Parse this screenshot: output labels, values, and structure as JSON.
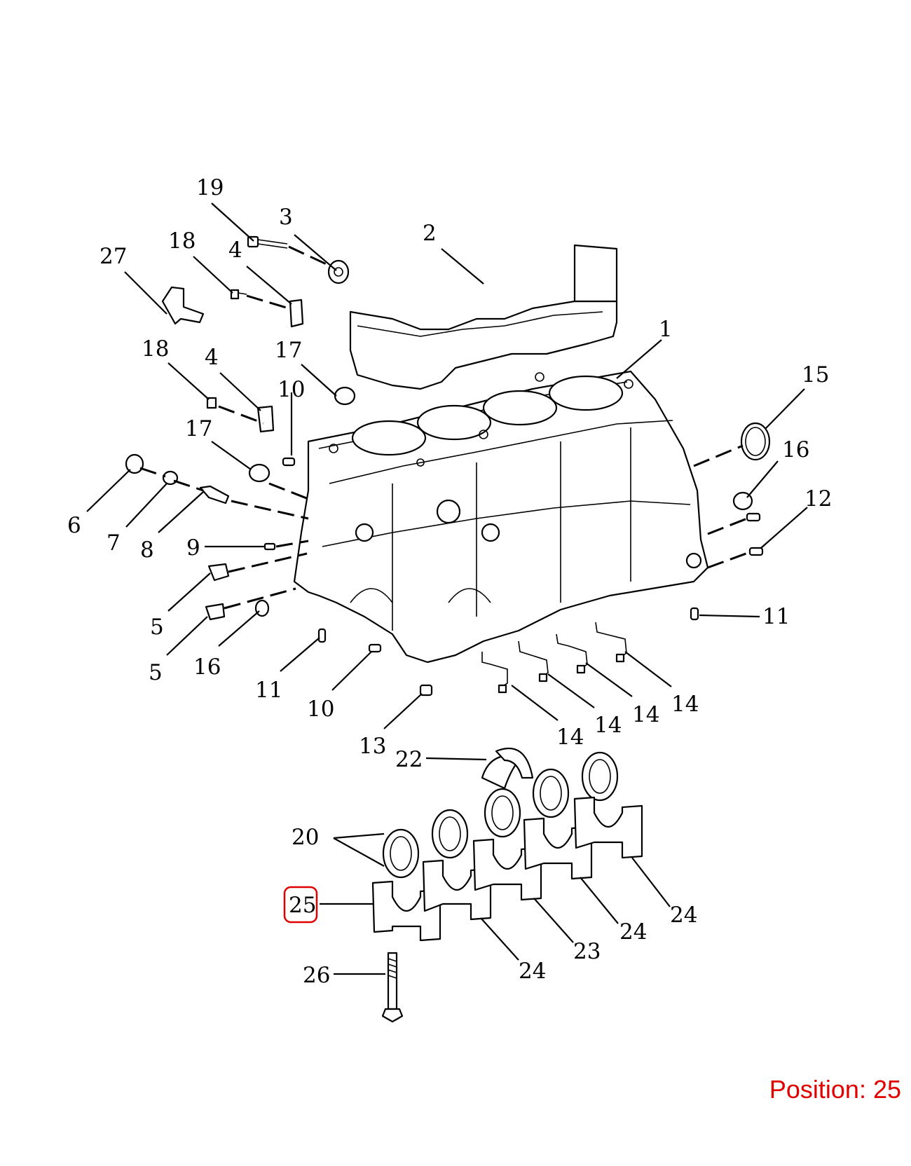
{
  "accent_color": "#e00000",
  "selected_position": "25",
  "position_readout": "Position: 25",
  "labels": {
    "p1": "1",
    "p2": "2",
    "p3": "3",
    "p4a": "4",
    "p4b": "4",
    "p5a": "5",
    "p5b": "5",
    "p6": "6",
    "p7": "7",
    "p8": "8",
    "p9": "9",
    "p10a": "10",
    "p10b": "10",
    "p11a": "11",
    "p11b": "11",
    "p12": "12",
    "p13": "13",
    "p14a": "14",
    "p14b": "14",
    "p14c": "14",
    "p14d": "14",
    "p15": "15",
    "p16a": "16",
    "p16b": "16",
    "p17a": "17",
    "p17b": "17",
    "p18a": "18",
    "p18b": "18",
    "p19": "19",
    "p20": "20",
    "p22": "22",
    "p23": "23",
    "p24a": "24",
    "p24b": "24",
    "p24c": "24",
    "p25": "25",
    "p26": "26",
    "p27": "27"
  }
}
